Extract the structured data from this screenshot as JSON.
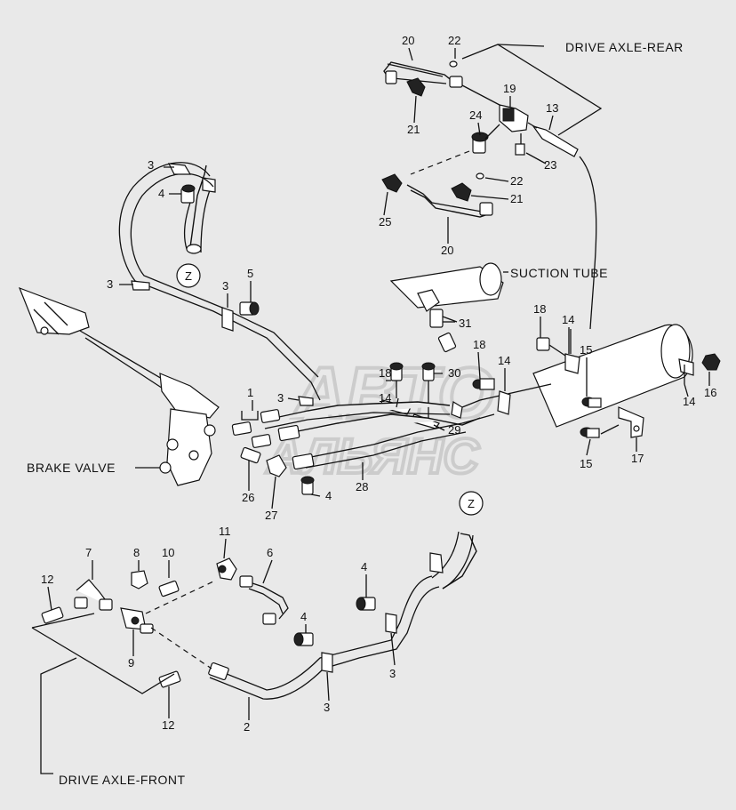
{
  "labels": {
    "drive_axle_rear": "DRIVE AXLE-REAR",
    "drive_axle_front": "DRIVE AXLE-FRONT",
    "suction_tube": "SUCTION TUBE",
    "brake_valve": "BRAKE VALVE",
    "z_marker_top": "Z",
    "z_marker_bottom": "Z"
  },
  "watermark": {
    "line1": "АВТО",
    "line2": "АЛЬЯНС"
  },
  "callouts": {
    "n20a": "20",
    "n22a": "22",
    "n19": "19",
    "n13": "13",
    "n24": "24",
    "n21a": "21",
    "n23": "23",
    "n22b": "22",
    "n21b": "21",
    "n25": "25",
    "n20b": "20",
    "n3a": "3",
    "n4a": "4",
    "n3b": "3",
    "n3c": "3",
    "n5": "5",
    "n31": "31",
    "n18a": "18",
    "n14a": "14",
    "n18b": "18",
    "n14b": "14",
    "n15a": "15",
    "n16": "16",
    "n14c": "14",
    "n18c": "18",
    "n30": "30",
    "n14d": "14",
    "n29": "29",
    "n15b": "15",
    "n17": "17",
    "n3d": "3",
    "n1": "1",
    "n26": "26",
    "n27": "27",
    "n28": "28",
    "n4b": "4",
    "n8": "8",
    "n10": "10",
    "n11": "11",
    "n6": "6",
    "n7": "7",
    "n12a": "12",
    "n9": "9",
    "n12b": "12",
    "n4c": "4",
    "n4d": "4",
    "n3e": "3",
    "n3f": "3",
    "n2": "2"
  }
}
